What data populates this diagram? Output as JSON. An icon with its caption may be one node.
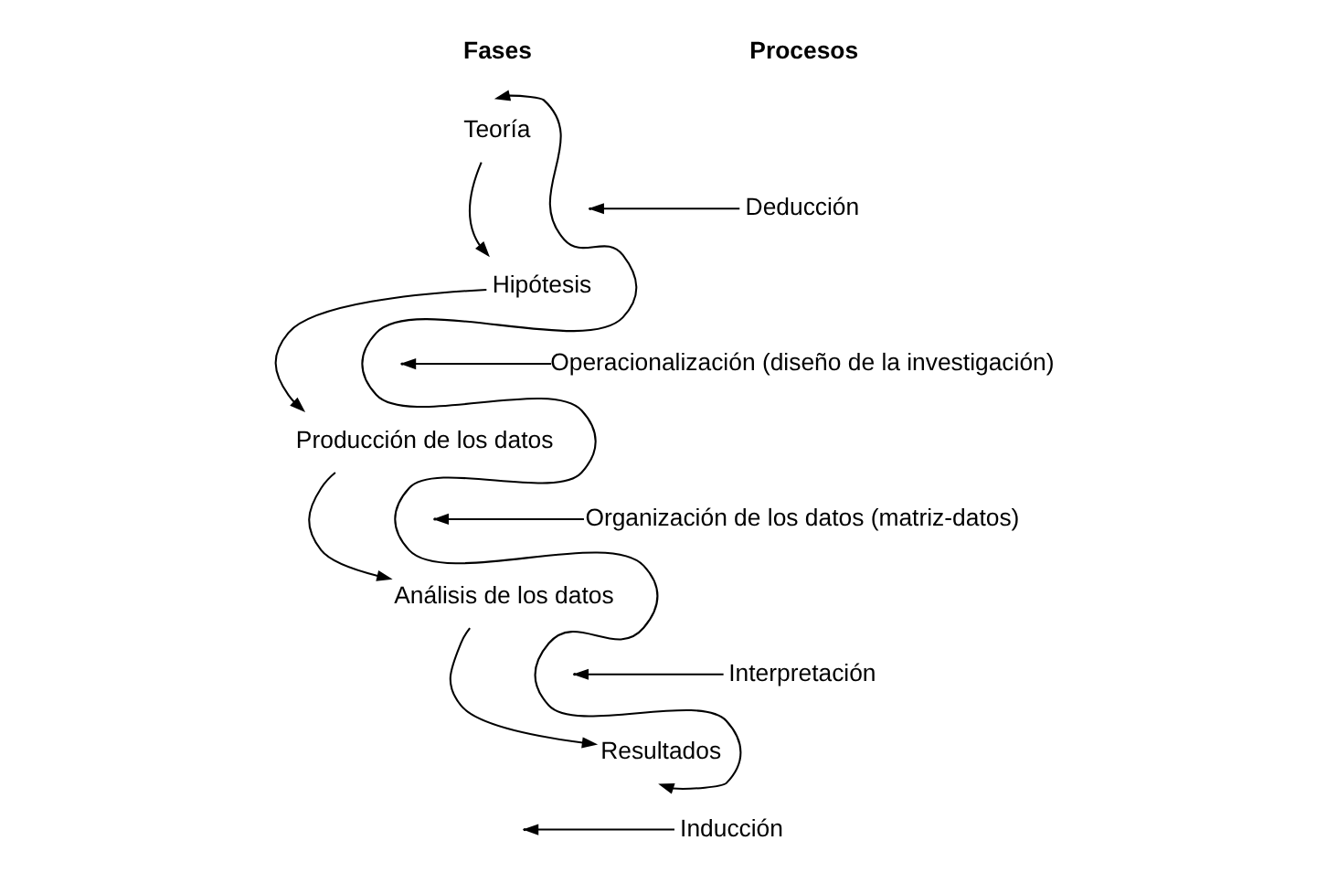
{
  "diagram": {
    "nodes": [
      {
        "text": [
          "Teoría"
        ]
      },
      {
        "text": [
          "Hipótesis"
        ]
      },
      {
        "text": [
          "Producción de los datos"
        ]
      },
      {
        "text": [
          "Análisis de los datos"
        ]
      },
      {
        "text": [
          "Resultados"
        ]
      },
      {
        "text": [
          "Deducción"
        ]
      },
      {
        "text": [
          "Operacionalización (diseño de la investigación)"
        ]
      },
      {
        "text": [
          "Organización de los datos (matriz-datos)"
        ]
      },
      {
        "text": [
          "Interpretación"
        ]
      },
      {
        "text": [
          "Inducción"
        ]
      }
    ],
    "edges": [
      {
        "from": 0,
        "to": 1,
        "arrow": "to"
      },
      {
        "from": 1,
        "to": 2,
        "arrow": "to"
      },
      {
        "from": 2,
        "to": 3,
        "arrow": "to"
      },
      {
        "from": 3,
        "to": 4,
        "arrow": "to"
      },
      {
        "from": 4,
        "to": 0,
        "arrow": "both"
      },
      {
        "from": 5,
        "to": null,
        "arrow": "to"
      },
      {
        "from": 6,
        "to": null,
        "arrow": "to"
      },
      {
        "from": 7,
        "to": null,
        "arrow": "to"
      },
      {
        "from": 8,
        "to": null,
        "arrow": "to"
      },
      {
        "from": 9,
        "to": null,
        "arrow": "to"
      }
    ],
    "labels": [
      "Fases",
      "Procesos"
    ]
  }
}
